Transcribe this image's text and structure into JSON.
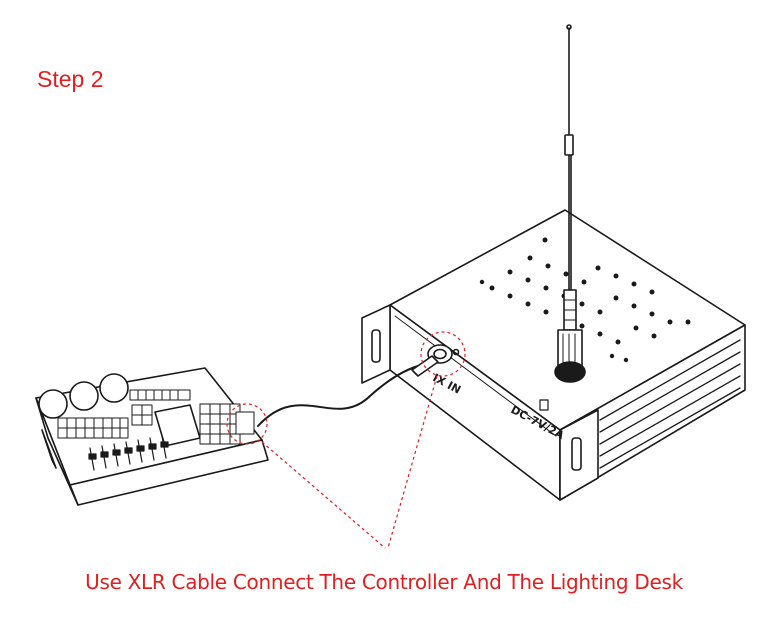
{
  "step_title": "Step 2",
  "caption": "Use XLR Cable Connect The Controller  And The Lighting Desk",
  "device": {
    "port_label": "IX IN",
    "power_label": "DC-7V/2A"
  },
  "colors": {
    "accent": "#e02020",
    "line": "#1a1a1a",
    "background": "#ffffff"
  }
}
